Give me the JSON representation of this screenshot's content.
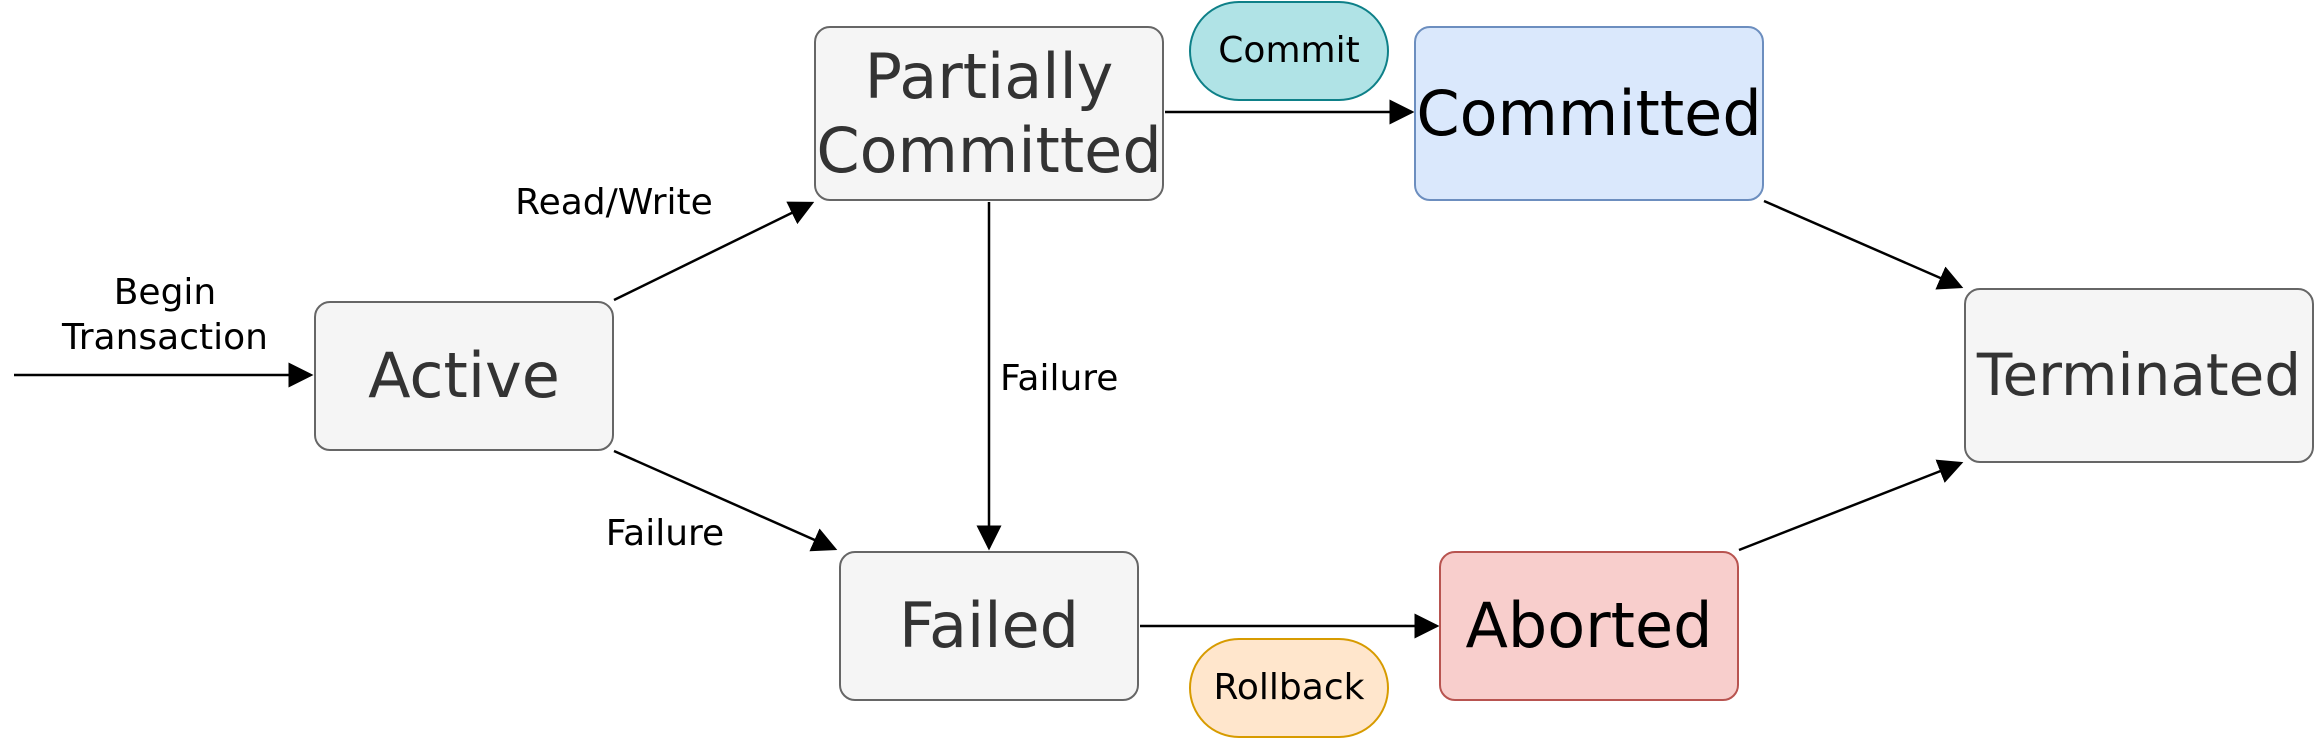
{
  "diagram": {
    "states": {
      "active": "Active",
      "partially_committed": "Partially\nCommitted",
      "committed": "Committed",
      "failed": "Failed",
      "aborted": "Aborted",
      "terminated": "Terminated"
    },
    "actions": {
      "commit": "Commit",
      "rollback": "Rollback"
    },
    "edge_labels": {
      "begin": "Begin\nTransaction",
      "read_write": "Read/Write",
      "failure_from_partial": "Failure",
      "failure_from_active": "Failure"
    },
    "colors": {
      "default_fill": "#f5f5f5",
      "default_stroke": "#666666",
      "committed_fill": "#dae8fc",
      "committed_stroke": "#6c8ebf",
      "aborted_fill": "#f8cecc",
      "aborted_stroke": "#b85450",
      "commit_fill": "#b0e3e6",
      "commit_stroke": "#0e8088",
      "rollback_fill": "#ffe6cc",
      "rollback_stroke": "#d79b00"
    }
  }
}
